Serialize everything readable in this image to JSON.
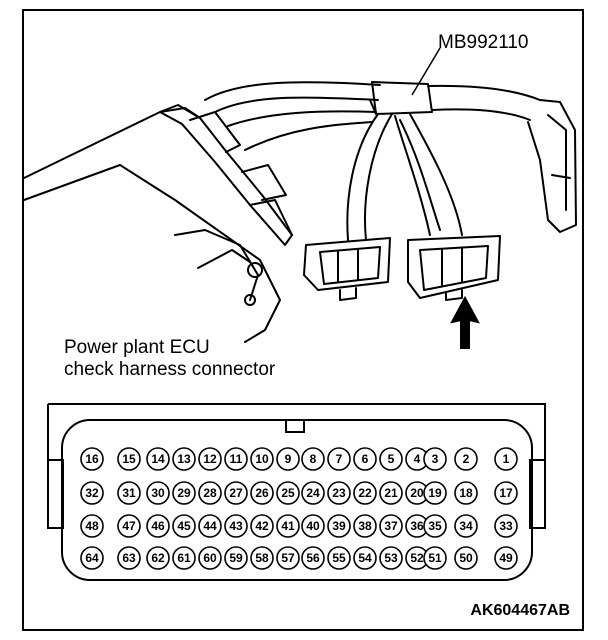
{
  "tool_label": "MB992110",
  "caption": {
    "line1": "Power plant ECU",
    "line2": "check harness connector"
  },
  "figure_id": "AK604467AB",
  "connector": {
    "rows": [
      [
        "16",
        "15",
        "14",
        "13",
        "12",
        "11",
        "10",
        "9",
        "8",
        "7",
        "6",
        "5",
        "4",
        "3",
        "2",
        "1"
      ],
      [
        "32",
        "31",
        "30",
        "29",
        "28",
        "27",
        "26",
        "25",
        "24",
        "23",
        "22",
        "21",
        "20",
        "19",
        "18",
        "17"
      ],
      [
        "48",
        "47",
        "46",
        "45",
        "44",
        "43",
        "42",
        "41",
        "40",
        "39",
        "38",
        "37",
        "36",
        "35",
        "34",
        "33"
      ],
      [
        "64",
        "63",
        "62",
        "61",
        "60",
        "59",
        "58",
        "57",
        "56",
        "55",
        "54",
        "53",
        "52",
        "51",
        "50",
        "49"
      ]
    ]
  },
  "colors": {
    "line": "#000000",
    "background": "#ffffff"
  }
}
